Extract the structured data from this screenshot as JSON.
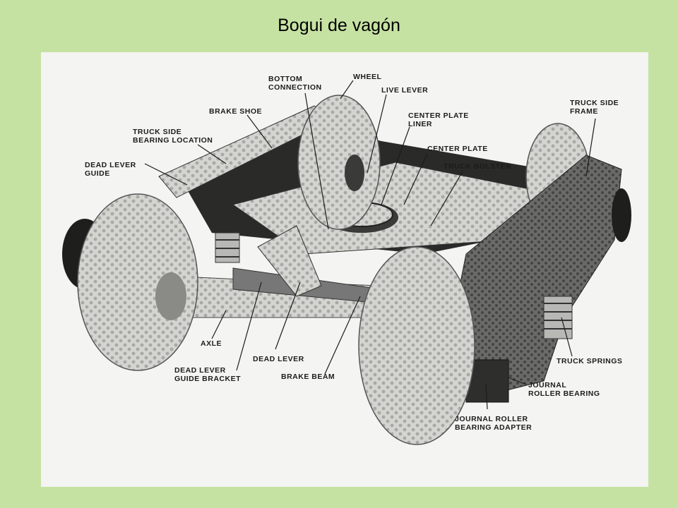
{
  "title": "Bogui de vagón",
  "labels": {
    "bottom_connection": [
      "BOTTOM",
      "CONNECTION"
    ],
    "wheel": "WHEEL",
    "live_lever": "LIVE LEVER",
    "brake_shoe": "BRAKE SHOE",
    "center_plate_liner": [
      "CENTER PLATE",
      "LINER"
    ],
    "truck_side_frame": [
      "TRUCK SIDE",
      "FRAME"
    ],
    "truck_side_bearing_location": [
      "TRUCK SIDE",
      "BEARING LOCATION"
    ],
    "center_plate": "CENTER PLATE",
    "dead_lever_guide": [
      "DEAD LEVER",
      "GUIDE"
    ],
    "truck_bolster": "TRUCK BOLSTER",
    "axle": "AXLE",
    "dead_lever": "DEAD LEVER",
    "dead_lever_guide_bracket": [
      "DEAD LEVER",
      "GUIDE BRACKET"
    ],
    "brake_beam": "BRAKE BEAM",
    "truck_springs": "TRUCK SPRINGS",
    "journal_roller_bearing": [
      "JOURNAL",
      "ROLLER BEARING"
    ],
    "journal_roller_bearing_adapter": [
      "JOURNAL ROLLER",
      "BEARING ADAPTER"
    ]
  }
}
